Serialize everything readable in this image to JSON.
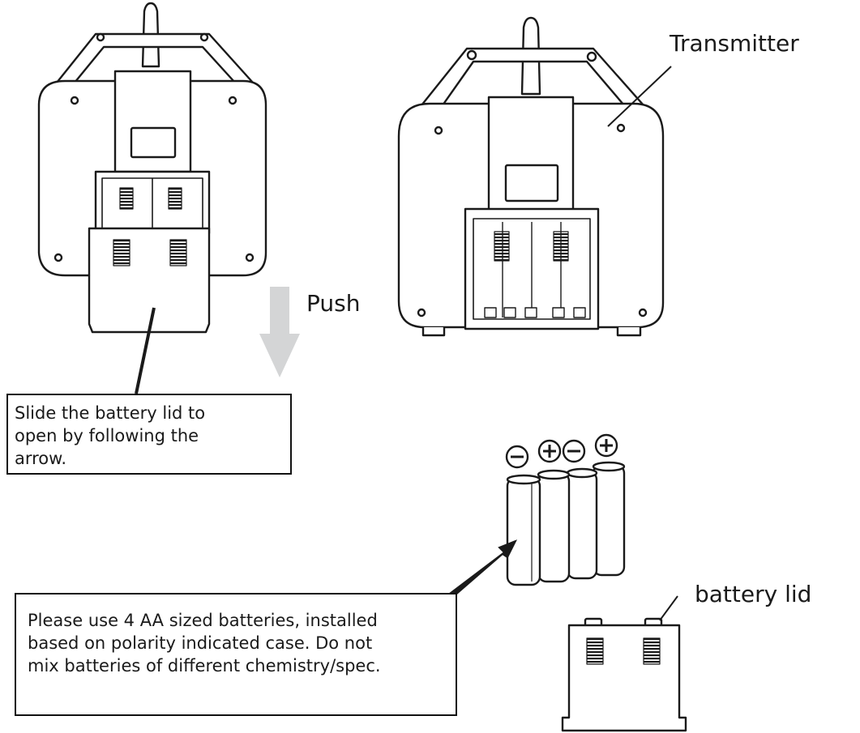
{
  "labels": {
    "transmitter": "Transmitter",
    "push": "Push",
    "battery_lid": "battery lid"
  },
  "callouts": {
    "slide_instruction": "Slide the battery lid to\nopen by following the\narrow.",
    "battery_instruction": "Please use 4 AA sized batteries, installed\nbased on polarity indicated case. Do not\nmix batteries of different chemistry/spec."
  },
  "polarity": [
    "−",
    "+",
    "−",
    "+"
  ],
  "colors": {
    "line": "#1a1a1a",
    "arrow": "#d4d5d6",
    "background": "#ffffff"
  }
}
